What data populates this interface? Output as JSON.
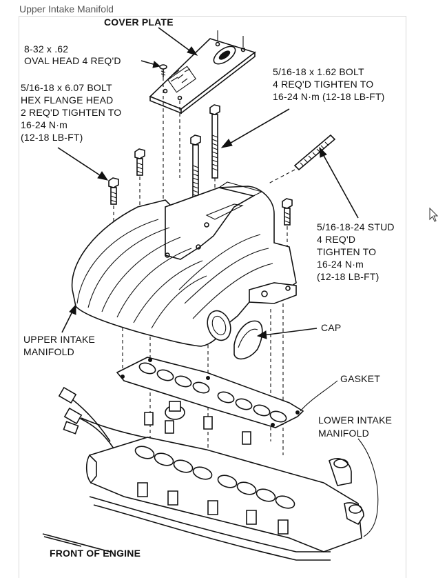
{
  "page": {
    "title": "Upper Intake Manifold"
  },
  "diagram": {
    "labels": {
      "cover_plate": "COVER PLATE",
      "oval_head_line1": "8-32 x .62",
      "oval_head_line2": "OVAL HEAD 4 REQ'D",
      "bolt_162_line1": "5/16-18 x 1.62 BOLT",
      "bolt_162_line2": "4 REQ'D TIGHTEN TO",
      "bolt_162_line3": "16-24 N·m (12-18 LB-FT)",
      "bolt_607_line1": "5/16-18 x 6.07 BOLT",
      "bolt_607_line2": "HEX FLANGE HEAD",
      "bolt_607_line3": "2 REQ'D TIGHTEN TO",
      "bolt_607_line4": "16-24 N·m",
      "bolt_607_line5": "(12-18 LB-FT)",
      "stud_line1": "5/16-18-24 STUD",
      "stud_line2": "4 REQ'D",
      "stud_line3": "TIGHTEN TO",
      "stud_line4": "16-24 N·m",
      "stud_line5": "(12-18 LB-FT)",
      "upper_line1": "UPPER INTAKE",
      "upper_line2": "MANIFOLD",
      "cap": "CAP",
      "gasket": "GASKET",
      "lower_line1": "LOWER INTAKE",
      "lower_line2": "MANIFOLD",
      "front": "FRONT OF ENGINE"
    }
  }
}
